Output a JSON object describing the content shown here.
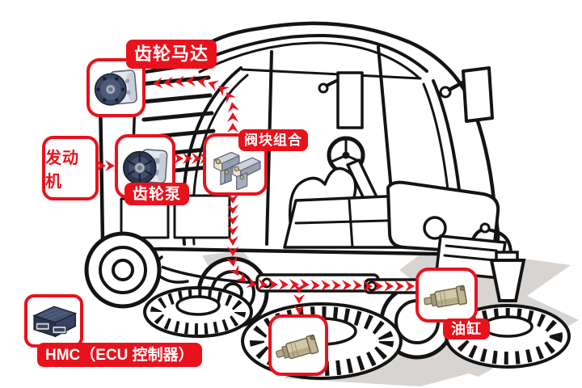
{
  "diagram": {
    "type": "hydraulic-system-callout-diagram",
    "subject": "street-sweeper-line-art",
    "labels": {
      "gear_motor": "齿轮马达",
      "engine": "发动机",
      "gear_pump": "齿轮泵",
      "valve_block": "阀块组合",
      "oil_cylinder": "油缸",
      "hmc_ecu": "HMC（ECU 控制器）"
    },
    "components": [
      {
        "id": "gear_motor",
        "label": "齿轮马达",
        "image": "gear-motor"
      },
      {
        "id": "engine",
        "label": "发动机",
        "image": null
      },
      {
        "id": "gear_pump",
        "label": "齿轮泵",
        "image": "gear-pump"
      },
      {
        "id": "valve_block",
        "label": "阀块组合",
        "image": "valve-block-assembly"
      },
      {
        "id": "mid_cylinder",
        "label": "",
        "image": "hydraulic-cylinder"
      },
      {
        "id": "oil_cylinder",
        "label": "油缸",
        "image": "hydraulic-cylinder"
      },
      {
        "id": "hmc_ecu",
        "label": "HMC（ECU 控制器）",
        "image": "ecu-controller-box"
      }
    ],
    "connections": [
      {
        "from": "engine",
        "to": "gear_pump"
      },
      {
        "from": "gear_pump",
        "to": "valve_block"
      },
      {
        "from": "valve_block",
        "to": "gear_motor"
      },
      {
        "from": "valve_block",
        "to": "mid_cylinder"
      },
      {
        "from": "valve_block",
        "to": "oil_cylinder"
      }
    ],
    "colors": {
      "accent_red": "#e8121d",
      "line_art": "#141414",
      "ground_shadow": "#d7d4d1",
      "pump_navy": "#3b4660",
      "cylinder_tan": "#d2c9a8",
      "valve_gray": "#98a1b2",
      "ecu_navy": "#2b3550"
    }
  }
}
